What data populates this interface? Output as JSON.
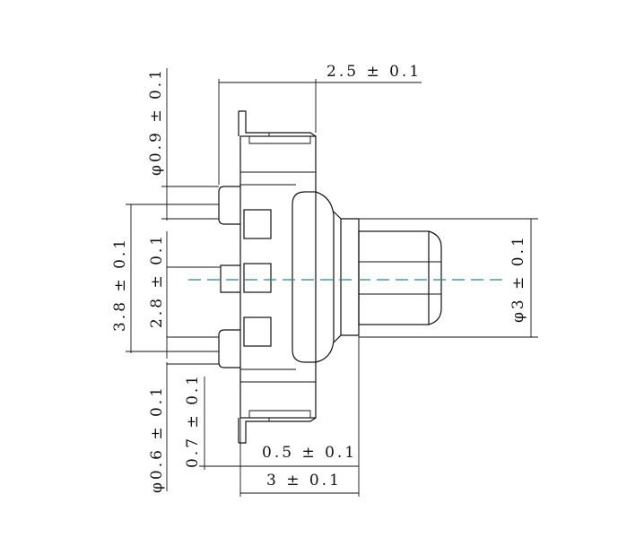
{
  "dimensions": {
    "top_width": "2.5 ± 0.1",
    "pin_dia": "φ0.9 ± 0.1",
    "pin_span_outer": "3.8 ± 0.1",
    "pin_span_inner": "2.8 ± 0.1",
    "shaft_dia": "φ3 ± 0.1",
    "lead_dia": "φ0.6 ± 0.1",
    "lead_offset": "0.7 ± 0.1",
    "flange": "0.5 ± 0.1",
    "body_length": "3 ± 0.1"
  },
  "colors": {
    "line": "#111111",
    "centerline": "#2a8a7e"
  }
}
